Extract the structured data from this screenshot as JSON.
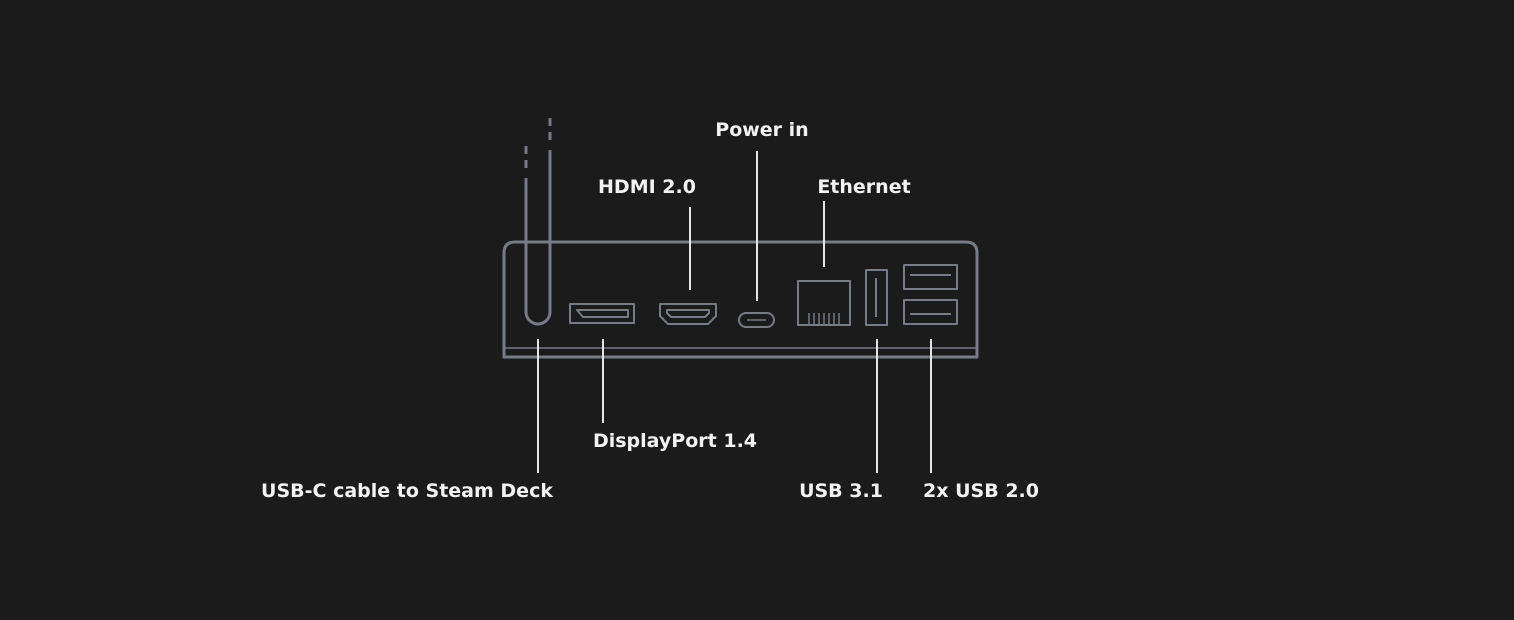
{
  "colors": {
    "background": "#1b1b1b",
    "device_outline": "#777b84",
    "leader_line": "#e6e6e6",
    "label_text": "#f2f2f2"
  },
  "labels": {
    "power_in": "Power in",
    "hdmi": "HDMI 2.0",
    "ethernet": "Ethernet",
    "displayport": "DisplayPort 1.4",
    "usb_c_cable": "USB-C cable to Steam Deck",
    "usb_3_1": "USB 3.1",
    "usb_2_0": "2x USB 2.0"
  }
}
